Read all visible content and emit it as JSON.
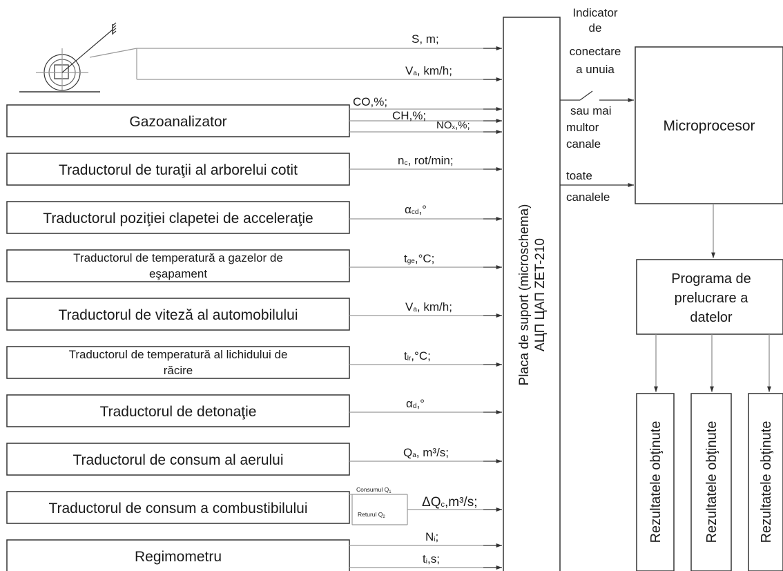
{
  "sensors": [
    {
      "label": "Gazoanalizator"
    },
    {
      "label": "Traductorul de turaţii al arborelui cotit"
    },
    {
      "label": "Traductorul poziţiei clapetei de acceleraţie"
    },
    {
      "label1": "Traductorul de temperatură a gazelor de",
      "label2": "eşapament"
    },
    {
      "label": "Traductorul de viteză al automobilului"
    },
    {
      "label1": "Traductorul de temperatură al lichidului de",
      "label2": "răcire"
    },
    {
      "label": "Traductorul de detonaţie"
    },
    {
      "label": "Traductorul de consum al aerului"
    },
    {
      "label": "Traductorul de consum a combustibilului"
    },
    {
      "label": "Regimometru"
    }
  ],
  "signals": {
    "s": {
      "base": "S",
      "rest": ", m;"
    },
    "va1": {
      "base": "V",
      "sub": "a",
      "rest": ", km/h;"
    },
    "co": {
      "text": "CO,%;"
    },
    "ch": {
      "text": "CH,%;"
    },
    "nox": {
      "base": "NO",
      "sub": "x",
      "rest": ",%;"
    },
    "nc": {
      "base": "n",
      "sub": "c",
      "rest": ", rot/min;"
    },
    "acd": {
      "base": "α",
      "sub": "cd",
      "rest": ",°"
    },
    "tge": {
      "base": "t",
      "sub": "ge",
      "rest": ",°C;"
    },
    "va2": {
      "base": "V",
      "sub": "a",
      "rest": ", km/h;"
    },
    "tlr": {
      "base": "t",
      "sub": "lr",
      "rest": ",°C;"
    },
    "ad": {
      "base": "α",
      "sub": "d",
      "rest": ",°"
    },
    "qa": {
      "base": "Q",
      "sub": "a",
      "rest": ", m³/s;"
    },
    "dqc": {
      "base": "ΔQ",
      "sub": "c",
      "rest": ",m³/s;"
    },
    "ni": {
      "base": "N",
      "sub": "i",
      "rest": ";"
    },
    "ti": {
      "base": "t",
      "sub": "i",
      "rest": ",s;"
    }
  },
  "fuel_lines": {
    "consum_base": "Consumul Q",
    "consum_sub": "1",
    "retur_base": "Returul Q",
    "retur_sub": "2"
  },
  "board": {
    "line1": "Placa de suport (microschema)",
    "line2": "АЦП ЦАП ZET-210"
  },
  "indicator_lines": [
    "Indicator",
    "de",
    "conectare",
    "a unuia",
    "sau mai",
    "multor",
    "canale"
  ],
  "all_channels_lines": [
    "toate",
    "canalele"
  ],
  "microprocessor": {
    "label": "Microprocesor"
  },
  "program": {
    "lines": [
      "Programa de",
      "prelucrare a",
      "datelor"
    ]
  },
  "results": [
    "Rezultatele obţinute",
    "Rezultatele obţinute",
    "Rezultatele obţinute"
  ]
}
